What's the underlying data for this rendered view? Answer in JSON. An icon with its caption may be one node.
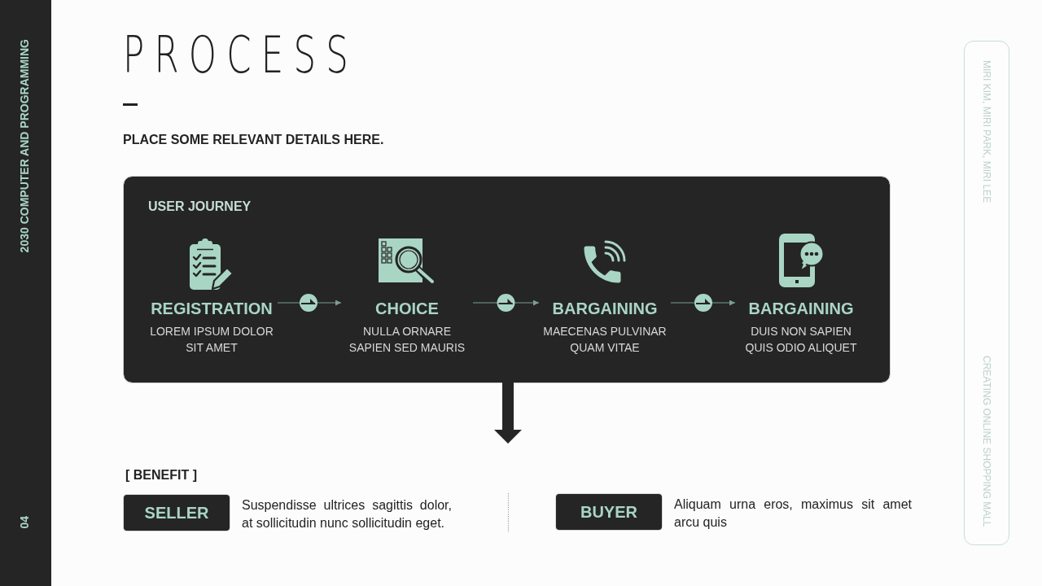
{
  "diagram": {
    "title": "PROCESS",
    "nodes": [
      {
        "text": [
          "2030 COMPUTER AND PROGRAMMING",
          "04"
        ]
      },
      {
        "text": [
          "USER JOURNEY"
        ]
      },
      {
        "text": [
          "REGISTRATION",
          "LOREM IPSUM DOLOR SIT AMET"
        ],
        "in": 1
      },
      {
        "text": [
          "CHOICE",
          "NULLA ORNARE SAPIEN SED MAURIS"
        ],
        "in": 1
      },
      {
        "text": [
          "BARGAINING",
          "MAECENAS PULVINAR QUAM VITAE"
        ],
        "in": 1
      },
      {
        "text": [
          "BARGAINING",
          "DUIS NON SAPIEN QUIS ODIO ALIQUET"
        ],
        "in": 1
      },
      {
        "text": [
          "SELLER"
        ],
        "beside": [
          "Suspendisse ultrices sagittis dolor, at sollicitudin nunc sollicitudin eget."
        ]
      },
      {
        "text": [
          "BUYER"
        ],
        "beside": [
          "Aliquam urna eros, maximus sit amet arcu quis"
        ]
      },
      {
        "text": [
          "MIRI KIM, MIRI PARK, MIRI LEE",
          "CREATING ONLINE SHOPPING MALL"
        ]
      }
    ],
    "edges": [
      {
        "from": 2,
        "to": 3,
        "arrow": "to"
      },
      {
        "from": 3,
        "to": 4,
        "arrow": "to"
      },
      {
        "from": 4,
        "to": 5,
        "arrow": "to"
      },
      {
        "from": 1,
        "to": null,
        "arrow": "to"
      }
    ],
    "labels": [
      "PLACE SOME RELEVANT DETAILS HERE.",
      "[ BENEFIT ]"
    ]
  }
}
